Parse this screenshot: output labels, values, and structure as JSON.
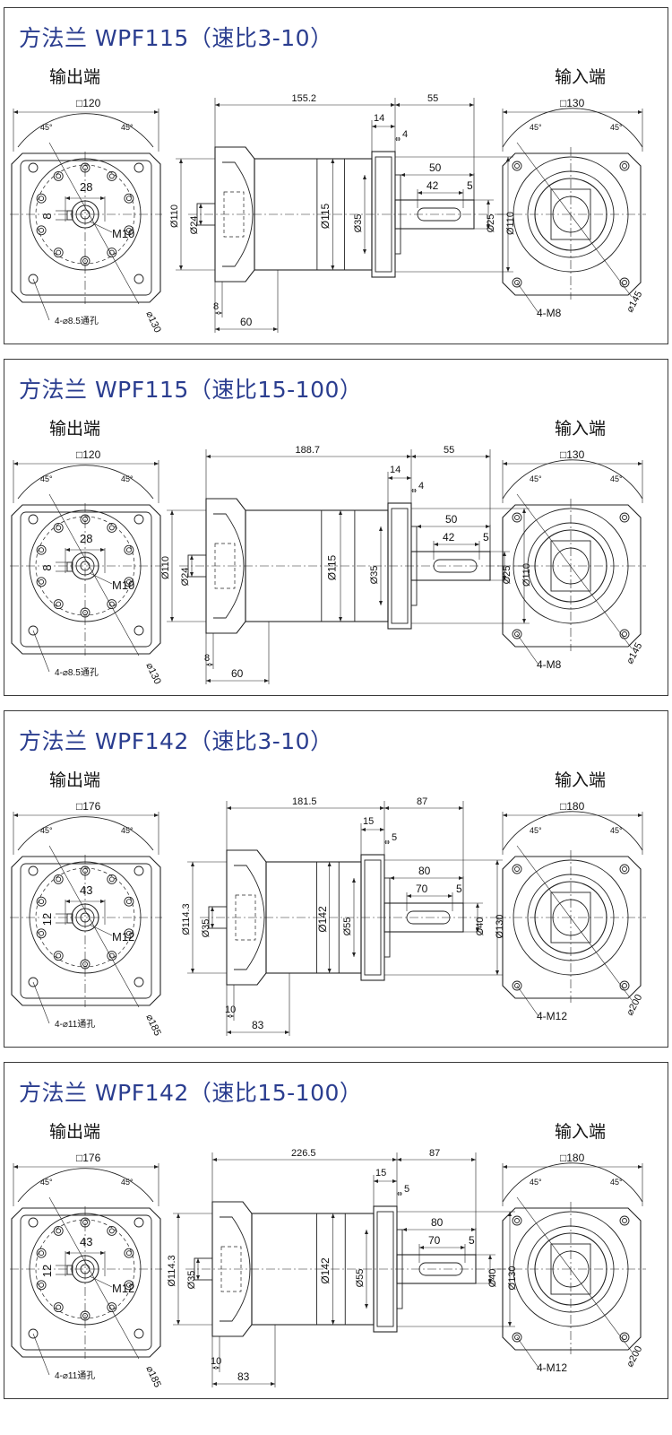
{
  "panels": [
    {
      "title": "方法兰 WPF115（速比3-10）",
      "output_label": "输出端",
      "input_label": "输入端",
      "out": {
        "square": "□120",
        "angle_l": "45°",
        "angle_r": "45°",
        "d28": "28",
        "d8": "8",
        "m10": "M10",
        "holes": "4-⌀8.5通孔",
        "pcd": "⌀130"
      },
      "mid": {
        "len_total": "155.2",
        "len_shaft": "55",
        "d14": "14",
        "d4": "4",
        "d50": "50",
        "d42": "42",
        "d5": "5",
        "phi110l": "Ø110",
        "phi24": "Ø24",
        "phi115": "Ø115",
        "phi35": "Ø35",
        "phi25": "Ø25",
        "phi110r": "Ø110",
        "d8b": "8",
        "d60": "60"
      },
      "in": {
        "square": "□130",
        "angle_l": "45°",
        "angle_r": "45°",
        "screws": "4-M8",
        "pcd": "⌀145"
      }
    },
    {
      "title": "方法兰 WPF115（速比15-100）",
      "output_label": "输出端",
      "input_label": "输入端",
      "out": {
        "square": "□120",
        "angle_l": "45°",
        "angle_r": "45°",
        "d28": "28",
        "d8": "8",
        "m10": "M10",
        "holes": "4-⌀8.5通孔",
        "pcd": "⌀130"
      },
      "mid": {
        "len_total": "188.7",
        "len_shaft": "55",
        "d14": "14",
        "d4": "4",
        "d50": "50",
        "d42": "42",
        "d5": "5",
        "phi110l": "Ø110",
        "phi24": "Ø24",
        "phi115": "Ø115",
        "phi35": "Ø35",
        "phi25": "Ø25",
        "phi110r": "Ø110",
        "d8b": "8",
        "d60": "60"
      },
      "in": {
        "square": "□130",
        "angle_l": "45°",
        "angle_r": "45°",
        "screws": "4-M8",
        "pcd": "⌀145"
      }
    },
    {
      "title": "方法兰 WPF142（速比3-10）",
      "output_label": "输出端",
      "input_label": "输入端",
      "out": {
        "square": "□176",
        "angle_l": "45°",
        "angle_r": "45°",
        "d28": "43",
        "d8": "12",
        "m10": "M12",
        "holes": "4-⌀11通孔",
        "pcd": "⌀185"
      },
      "mid": {
        "len_total": "181.5",
        "len_shaft": "87",
        "d14": "15",
        "d4": "5",
        "d50": "80",
        "d42": "70",
        "d5": "5",
        "phi110l": "Ø114.3",
        "phi24": "Ø35",
        "phi115": "Ø142",
        "phi35": "Ø55",
        "phi25": "Ø40",
        "phi110r": "Ø130",
        "d8b": "10",
        "d60": "83"
      },
      "in": {
        "square": "□180",
        "angle_l": "45°",
        "angle_r": "45°",
        "screws": "4-M12",
        "pcd": "⌀200"
      }
    },
    {
      "title": "方法兰 WPF142（速比15-100）",
      "output_label": "输出端",
      "input_label": "输入端",
      "out": {
        "square": "□176",
        "angle_l": "45°",
        "angle_r": "45°",
        "d28": "43",
        "d8": "12",
        "m10": "M12",
        "holes": "4-⌀11通孔",
        "pcd": "⌀185"
      },
      "mid": {
        "len_total": "226.5",
        "len_shaft": "87",
        "d14": "15",
        "d4": "5",
        "d50": "80",
        "d42": "70",
        "d5": "5",
        "phi110l": "Ø114.3",
        "phi24": "Ø35",
        "phi115": "Ø142",
        "phi35": "Ø55",
        "phi25": "Ø40",
        "phi110r": "Ø130",
        "d8b": "10",
        "d60": "83"
      },
      "in": {
        "square": "□180",
        "angle_l": "45°",
        "angle_r": "45°",
        "screws": "4-M12",
        "pcd": "⌀200"
      }
    }
  ]
}
